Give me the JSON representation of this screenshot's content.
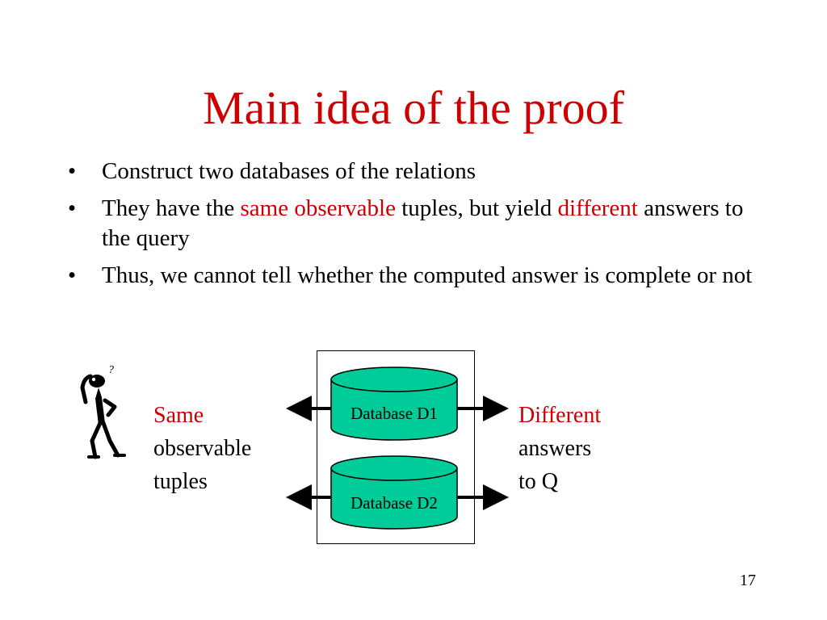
{
  "slide": {
    "title": "Main idea of the proof",
    "page_number": "17"
  },
  "bullets": [
    {
      "text": "Construct two databases of the relations"
    },
    {
      "part1": "They have the ",
      "highlight1": "same observable",
      "part2": " tuples, but yield ",
      "highlight2": "different",
      "part3": " answers to the query"
    },
    {
      "text": "Thus, we cannot tell whether the computed answer is complete or not"
    }
  ],
  "diagram": {
    "databases": [
      "Database D1",
      "Database D2"
    ],
    "left_label": {
      "line1": "Same",
      "line2": "observable",
      "line3": "tuples"
    },
    "right_label": {
      "line1": "Different",
      "line2": "answers",
      "line3": "to Q"
    },
    "colors": {
      "database_fill": "#00cc99",
      "highlight_text": "#cc0000"
    },
    "icons": {
      "figure": "confused-person-icon"
    }
  }
}
